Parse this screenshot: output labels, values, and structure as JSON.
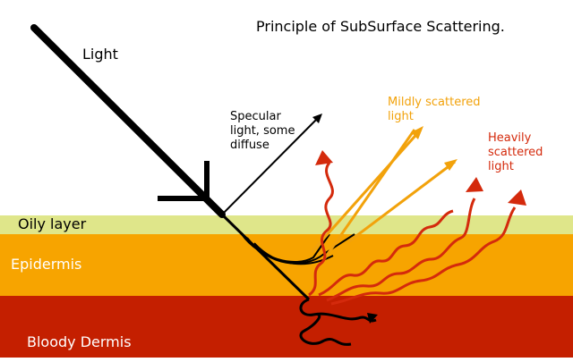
{
  "title": "Principle of SubSurface Scattering.",
  "labels": {
    "light": "Light",
    "specular": "Specular\nlight, some\ndiffuse",
    "mildly": "Mildly scattered\nlight",
    "heavily": "Heavily\nscattered\nlight"
  },
  "layers": {
    "oily": "Oily layer",
    "epidermis": "Epidermis",
    "dermis": "Bloody Dermis"
  },
  "colors": {
    "oily": "#dfe68a",
    "epidermis": "#f7a400",
    "dermis": "#c41f00",
    "mild_ray": "#f2a20b",
    "heavy_ray": "#d42a0c",
    "ray": "#000000"
  }
}
